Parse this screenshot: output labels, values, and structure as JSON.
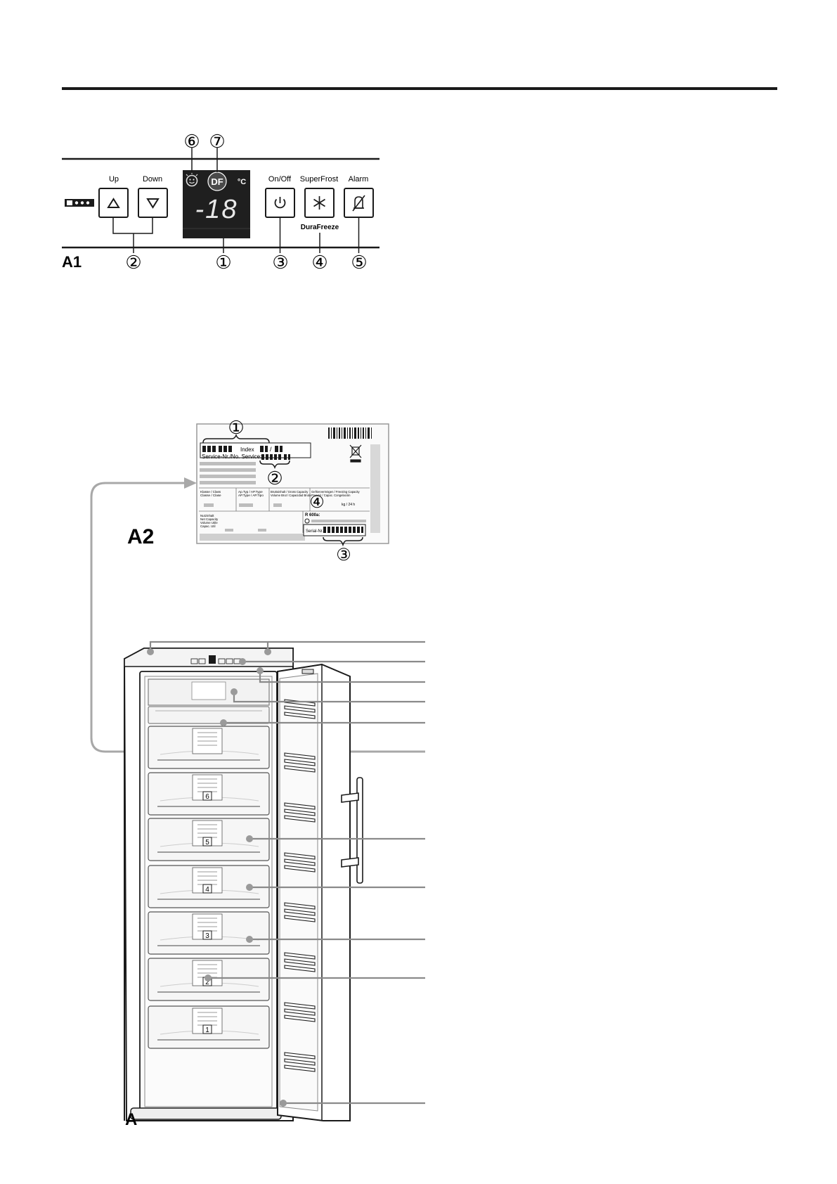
{
  "panel": {
    "figure_label": "A1",
    "buttons": {
      "up": "Up",
      "down": "Down",
      "onoff": "On/Off",
      "superfrost": "SuperFrost",
      "alarm": "Alarm"
    },
    "durafreeze": "DuraFreeze",
    "display": {
      "temperature": "-18",
      "unit": "°C",
      "df_badge": "DF"
    },
    "callouts": [
      "①",
      "②",
      "③",
      "④",
      "⑤",
      "⑥",
      "⑦"
    ]
  },
  "label_plate": {
    "figure_label": "A2",
    "index": "Index",
    "service_line": "Service-Nr./No. Service:",
    "klasse": [
      "Klasse / Class",
      "Classe / Clase"
    ],
    "ap_type": [
      "Ap.Typ / AP.Type",
      "AP.Type / AP.Tipo"
    ],
    "gross": [
      "Bruttoinhalt / Gross Capacity",
      "Volume Brut / Capacidad Bruta"
    ],
    "freezing": [
      "Gefriervermögen / Freezing Capacity",
      "Pouvoir / Capac. Congelación"
    ],
    "kg24": "kg / 24 h",
    "refrigerant": "R 600a:",
    "serial": "Serial-Nr.",
    "nutz": [
      "Nutzinhalt",
      "Net Capacity",
      "Volume Utile",
      "Capac. Util"
    ],
    "callouts": [
      "①",
      "②",
      "③",
      "④"
    ]
  },
  "appliance": {
    "figure_label": "A",
    "drawer_numbers": [
      "6",
      "5",
      "4",
      "3",
      "2",
      "1"
    ]
  }
}
